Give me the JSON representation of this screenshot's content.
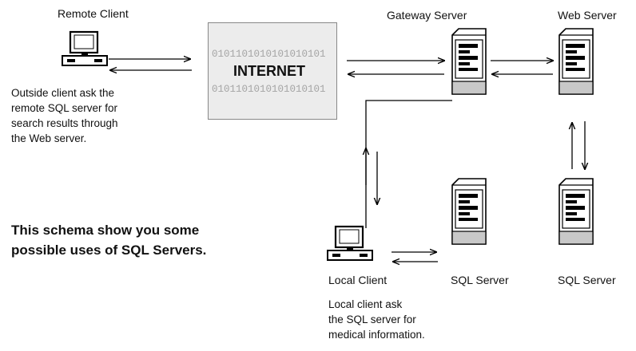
{
  "nodes": {
    "remote_client": "Remote Client",
    "gateway_server": "Gateway Server",
    "web_server": "Web Server",
    "local_client": "Local Client",
    "sql_server_1": "SQL Server",
    "sql_server_2": "SQL Server"
  },
  "internet": {
    "label": "INTERNET",
    "bits": [
      "0101101010101010101",
      "0101101010101010101",
      "0101101010101010101",
      "0101101010101010101",
      "0101101010101010101",
      "0101101010101010101",
      "0101101010101010101",
      "0101101010101010101"
    ]
  },
  "remote_description": [
    "Outside client ask the",
    "remote SQL server for",
    "search results through",
    "the Web server."
  ],
  "local_description": [
    "Local client ask",
    "the SQL server for",
    "medical information."
  ],
  "schema_note": [
    "This schema show you some",
    "possible uses of SQL Servers."
  ]
}
